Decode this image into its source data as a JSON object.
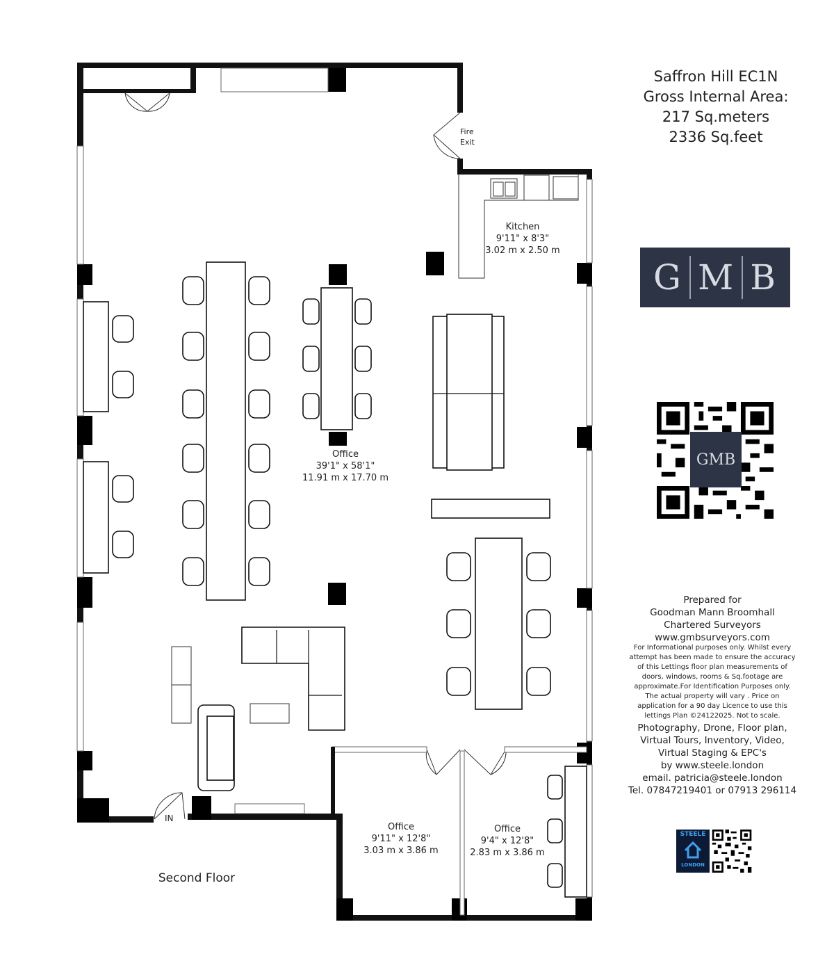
{
  "title": {
    "property": "Saffron Hill EC1N",
    "area_label": "Gross Internal Area:",
    "sq_meters": "217 Sq.meters",
    "sq_feet": "2336 Sq.feet"
  },
  "logo": {
    "letters": [
      "G",
      "M",
      "B"
    ]
  },
  "rooms": {
    "office_main": {
      "name": "Office",
      "imperial": "39'1\" x 58'1\"",
      "metric": "11.91 m x 17.70 m"
    },
    "kitchen": {
      "name": "Kitchen",
      "imperial": "9'11\" x 8'3\"",
      "metric": "3.02 m x 2.50 m"
    },
    "office_left": {
      "name": "Office",
      "imperial": "9'11\" x 12'8\"",
      "metric": "3.03 m x 3.86 m"
    },
    "office_right": {
      "name": "Office",
      "imperial": "9'4\" x 12'8\"",
      "metric": "2.83 m x 3.86 m"
    }
  },
  "labels": {
    "fire_exit_line1": "Fire",
    "fire_exit_line2": "Exit",
    "entrance": "IN",
    "floor": "Second Floor"
  },
  "prepared": {
    "line1": "Prepared for",
    "line2": "Goodman Mann Broomhall",
    "line3": "Chartered Surveyors",
    "line4": "www.gmbsurveyors.com"
  },
  "disclaimer": [
    "For Informational purposes only.  Whilst every",
    "attempt has been made to ensure the accuracy",
    "of this Lettings floor plan measurements of",
    "doors, windows, rooms & Sq.footage are",
    "approximate.For Identification Purposes only.",
    "The actual property will vary . Price on",
    "application for a 90 day Licence to use this",
    "lettings Plan ©24122025. Not to scale."
  ],
  "services": [
    "Photography,  Drone,  Floor plan,",
    "Virtual Tours,  Inventory,  Video,",
    "Virtual Staging  &  EPC's",
    "by www.steele.london",
    "email. patricia@steele.london",
    "Tel. 07847219401  or 07913 296114"
  ],
  "steele_logo": {
    "top": "STEELE",
    "side": "LONDON"
  },
  "colors": {
    "logo_bg": "#2c3446",
    "logo_text": "#d8dbe2",
    "wall": "#111111",
    "steele_blue": "#3fa0f0"
  }
}
